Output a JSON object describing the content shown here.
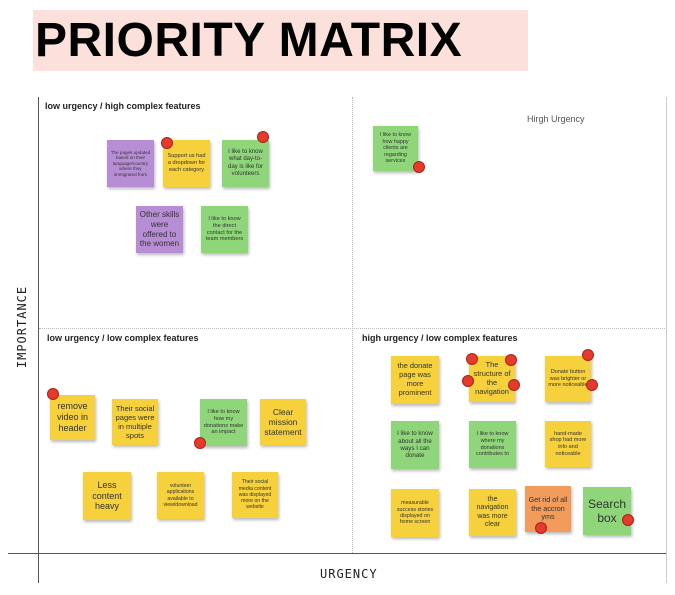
{
  "title": "PRIORITY MATRIX",
  "axes": {
    "x_label": "URGENCY",
    "y_label": "IMPORTANCE"
  },
  "quadrants": {
    "top_left": "low urgency / high complex features",
    "top_right_note": "Hirgh Urgency",
    "bottom_left": "low urgency / low complex features",
    "bottom_right": "high urgency / low complex features"
  },
  "notes": {
    "tl1": "The pages updated based on their language/country where they immigrated from",
    "tl2": "Support us had a dropdown for each category",
    "tl3": "I like to know what day-to-day is like for volunteers",
    "tl4": "Other skills were offered to the women",
    "tl5": "I like to know the direct contact for the team members",
    "tr1": "I like to know how happy clients are regarding services",
    "bl1": "remove video in header",
    "bl2": "Their social pages were in multiple spots",
    "bl3": "I like to know how my donations make an impact",
    "bl4": "Clear mission statement",
    "bl5": "Less content heavy",
    "bl6": "volunteer applications available to view/download",
    "bl7": "Their social media content was displayed more on the website",
    "br1": "the donate page was more prominent",
    "br2": "The structure of the navigation",
    "br3": "Donate button was brighter or more noticeable",
    "br4": "I like to know about all the ways I can donate",
    "br5": "I like to know where my donations contributes to",
    "br6": "hand-made shop had more info and noticeable",
    "br7": "measurable success stories displayed on home screen",
    "br8": "the navigation was more clear",
    "br9": "Get rid of all the accron yms",
    "br10": "Search box"
  },
  "colors": {
    "yellow": "#f6d13c",
    "green": "#8fd67a",
    "purple": "#b78ed6",
    "orange": "#f29b5a",
    "vote_dot": "#e53a2c",
    "title_band": "#fbe0dc"
  }
}
